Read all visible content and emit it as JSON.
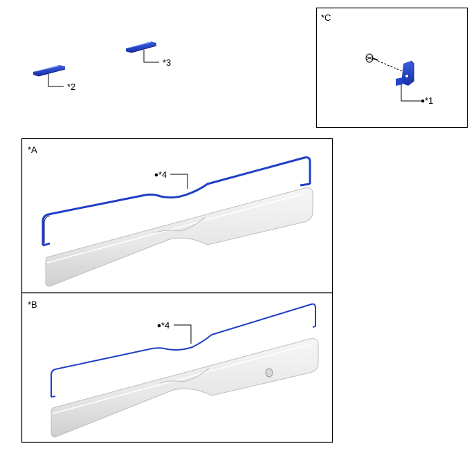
{
  "panels": {
    "a": {
      "label": "*A",
      "callout": "*4"
    },
    "b": {
      "label": "*B",
      "callout": "*4"
    },
    "c": {
      "label": "*C",
      "callout": "*1"
    }
  },
  "parts": {
    "p2": {
      "callout": "*2"
    },
    "p3": {
      "callout": "*3"
    }
  },
  "colors": {
    "part_blue": "#1f3fc4",
    "trim_light": "#ececec",
    "trim_shadow": "#c8c8c8",
    "outline": "#000000"
  }
}
